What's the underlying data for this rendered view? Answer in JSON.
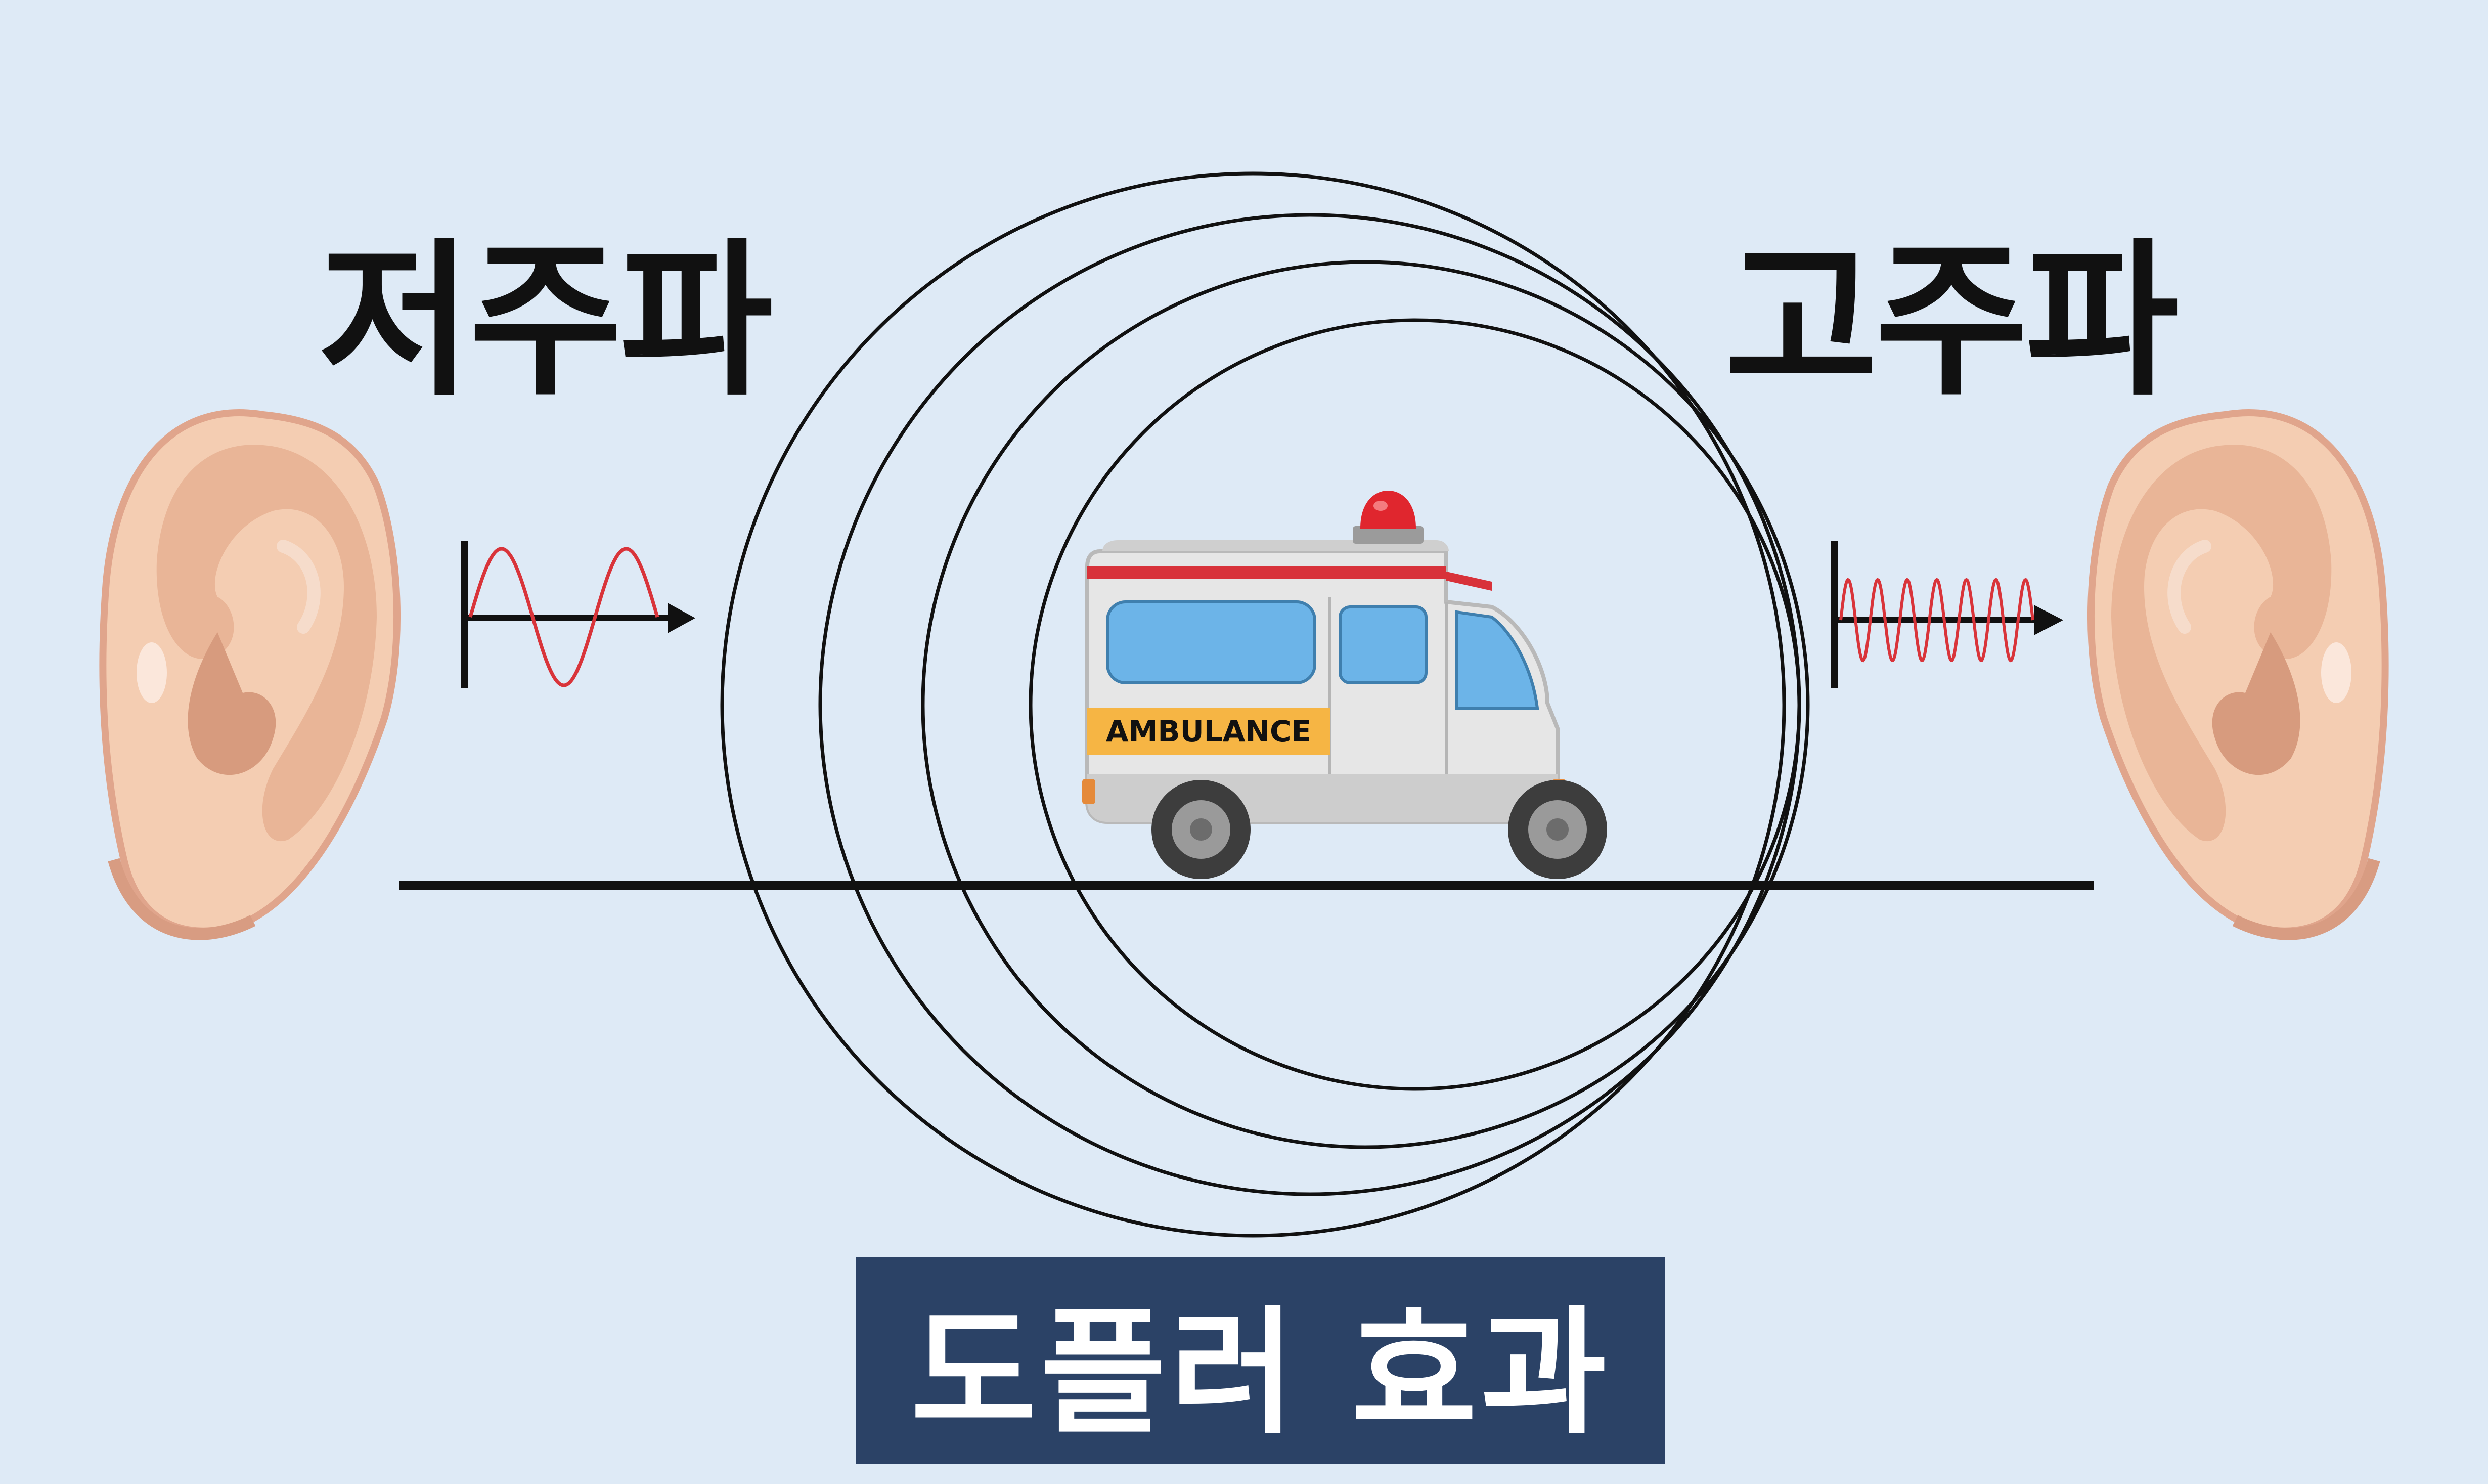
{
  "labels": {
    "low_frequency": "저주파",
    "high_frequency": "고주파"
  },
  "vehicle": {
    "sign_text": "AMBULANCE"
  },
  "title": "도플러 효과",
  "icons": [
    "left-ear-icon",
    "right-ear-icon",
    "ambulance-icon",
    "siren-light-icon",
    "low-frequency-wave-icon",
    "high-frequency-wave-icon"
  ],
  "colors": {
    "background": "#deeaf6",
    "title_box": "#2b4266",
    "title_text": "#ffffff",
    "wave": "#d9343a",
    "ambulance_sign": "#f6b544",
    "ambulance_stripe": "#d8323a"
  }
}
